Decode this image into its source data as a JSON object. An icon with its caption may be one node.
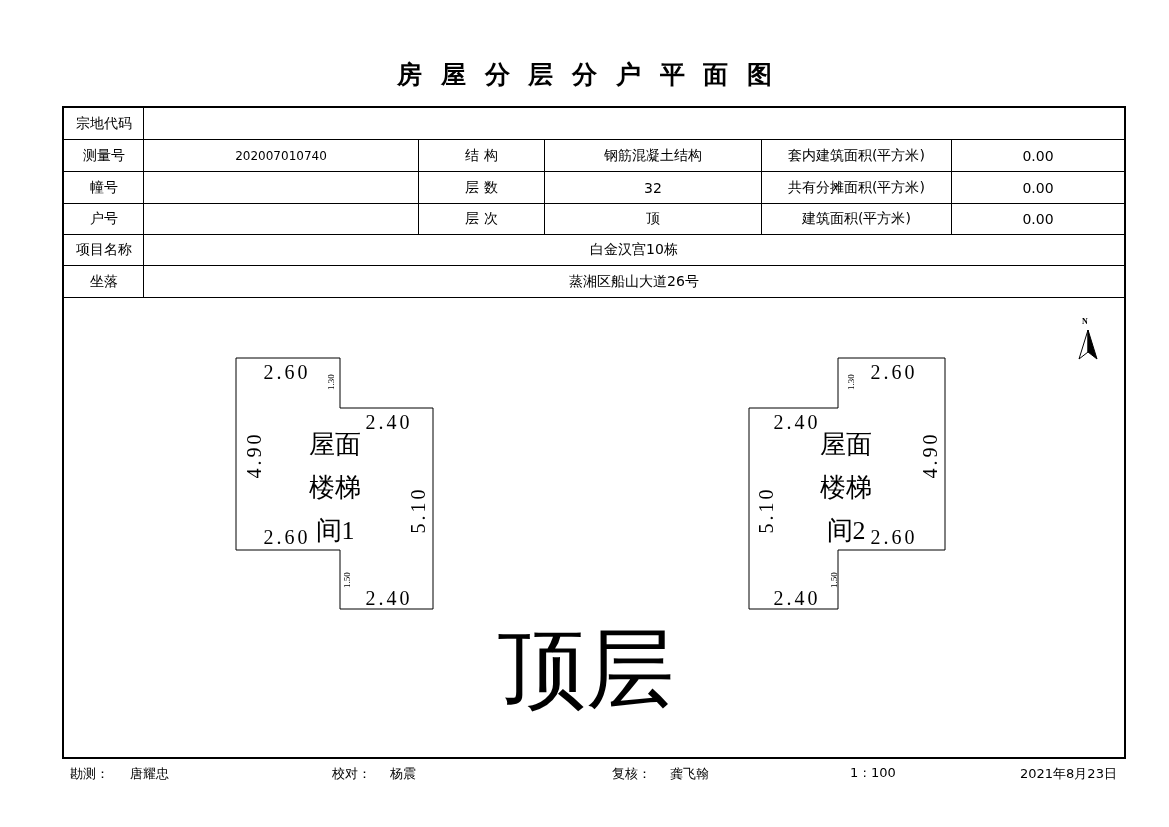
{
  "diagram": {
    "title": "房屋分层分户平面图",
    "nodes": [
      {
        "text": [
          "屋面楼梯间1",
          "2.60",
          "1.30",
          "2.40",
          "4.90",
          "5.10",
          "2.60",
          "1.50",
          "2.40"
        ]
      },
      {
        "text": [
          "屋面楼梯间2",
          "1.30",
          "2.60",
          "2.40",
          "4.90",
          "5.10",
          "2.60",
          "1.50",
          "2.40"
        ]
      }
    ],
    "edges": [],
    "labels": [
      "宗地代码",
      "测量号",
      "202007010740",
      "结 构",
      "钢筋混凝土结构",
      "套内建筑面积(平方米)",
      "0.00",
      "幢号",
      "层 数",
      "32",
      "共有分摊面积(平方米)",
      "0.00",
      "户号",
      "层 次",
      "顶",
      "建筑面积(平方米)",
      "0.00",
      "项目名称",
      "白金汉宫10栋",
      "坐落",
      "蒸湘区船山大道26号",
      "N",
      "顶层",
      "勘测：",
      "唐耀忠",
      "校对：",
      "杨震",
      "复核：",
      "龚飞翰",
      "1 : 100",
      "2021年8月23日"
    ]
  }
}
